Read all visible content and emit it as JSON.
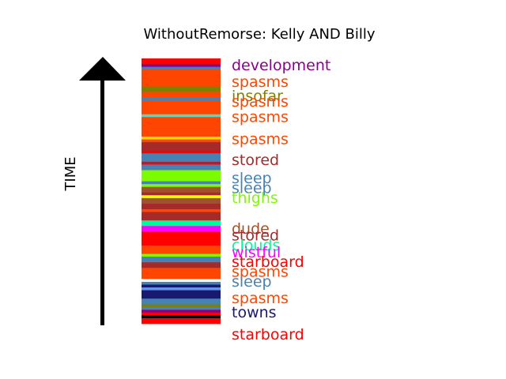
{
  "chart_data": {
    "type": "bar",
    "title": "WithoutRemorse: Kelly AND Billy",
    "ylabel": "TIME",
    "ylabel_color": "#000000",
    "arrow_color": "#000000",
    "stripes": [
      "#ff0000",
      "#ff0000",
      "#8b008b",
      "#4682b4",
      "#ff4500",
      "#ff4500",
      "#ff4500",
      "#ff4500",
      "#ff4500",
      "#ff4500",
      "#808000",
      "#808000",
      "#ff4500",
      "#ff4500",
      "#4682b4",
      "#ff4500",
      "#ff4500",
      "#ff4500",
      "#ff4500",
      "#ff4500",
      "#40e0d0",
      "#ff4500",
      "#ff4500",
      "#ff4500",
      "#ff4500",
      "#ff4500",
      "#ff4500",
      "#ff4500",
      "#ffd700",
      "#ff4500",
      "#a52a2a",
      "#a52a2a",
      "#a52a2a",
      "#ff0000",
      "#4682b4",
      "#4682b4",
      "#4682b4",
      "#ff0000",
      "#4682b4",
      "#4682b4",
      "#7cfc00",
      "#7cfc00",
      "#7cfc00",
      "#7cfc00",
      "#4682b4",
      "#7cfc00",
      "#a0522d",
      "#a0522d",
      "#a52a2a",
      "#ffff00",
      "#a0522d",
      "#a0522d",
      "#a52a2a",
      "#a52a2a",
      "#ff4500",
      "#a52a2a",
      "#a52a2a",
      "#a52a2a",
      "#00fa9a",
      "#00fa9a",
      "#ff00ff",
      "#ff00ff",
      "#ff0000",
      "#ff0000",
      "#ff0000",
      "#ff0000",
      "#ff0000",
      "#ff4500",
      "#ff4500",
      "#ff4500",
      "#7cfc00",
      "#4682b4",
      "#4682b4",
      "#a52a2a",
      "#a52a2a",
      "#ff4500",
      "#ff4500",
      "#ff4500",
      "#ff4500",
      "#ffffff",
      "#4682b4",
      "#191970",
      "#6495ed",
      "#191970",
      "#191970",
      "#191970",
      "#4682b4",
      "#4682b4",
      "#808000",
      "#4682b4",
      "#8b008b",
      "#ff0000",
      "#000000",
      "#ff0000",
      "#ff0000"
    ],
    "labels": [
      {
        "text": "development",
        "index": 2,
        "color": "#8b008b"
      },
      {
        "text": "spasms",
        "index": 8,
        "color": "#ff4500"
      },
      {
        "text": "insofar",
        "index": 13,
        "color": "#808000"
      },
      {
        "text": "spasms",
        "index": 15,
        "color": "#ff4500"
      },
      {
        "text": "spasms",
        "index": 20.5,
        "color": "#ff4500"
      },
      {
        "text": "spasms",
        "index": 28.5,
        "color": "#ff4500"
      },
      {
        "text": "stored",
        "index": 36,
        "color": "#a52a2a"
      },
      {
        "text": "sleep",
        "index": 42.5,
        "color": "#4682b4"
      },
      {
        "text": "sleep",
        "index": 46,
        "color": "#4682b4"
      },
      {
        "text": "thighs",
        "index": 49.5,
        "color": "#7cfc00"
      },
      {
        "text": "dude",
        "index": 60.5,
        "color": "#a0522d"
      },
      {
        "text": "stored",
        "index": 63,
        "color": "#a52a2a"
      },
      {
        "text": "clouds",
        "index": 66.5,
        "color": "#00fa9a"
      },
      {
        "text": "wistful",
        "index": 69,
        "color": "#ff00ff"
      },
      {
        "text": "starboard",
        "index": 72.5,
        "color": "#ff0000"
      },
      {
        "text": "spasms",
        "index": 76,
        "color": "#ff4500"
      },
      {
        "text": "sleep",
        "index": 79.5,
        "color": "#4682b4"
      },
      {
        "text": "spasms",
        "index": 85.5,
        "color": "#ff4500"
      },
      {
        "text": "towns",
        "index": 90.5,
        "color": "#191970"
      },
      {
        "text": "starboard",
        "index": 98.5,
        "color": "#ff0000"
      }
    ]
  }
}
